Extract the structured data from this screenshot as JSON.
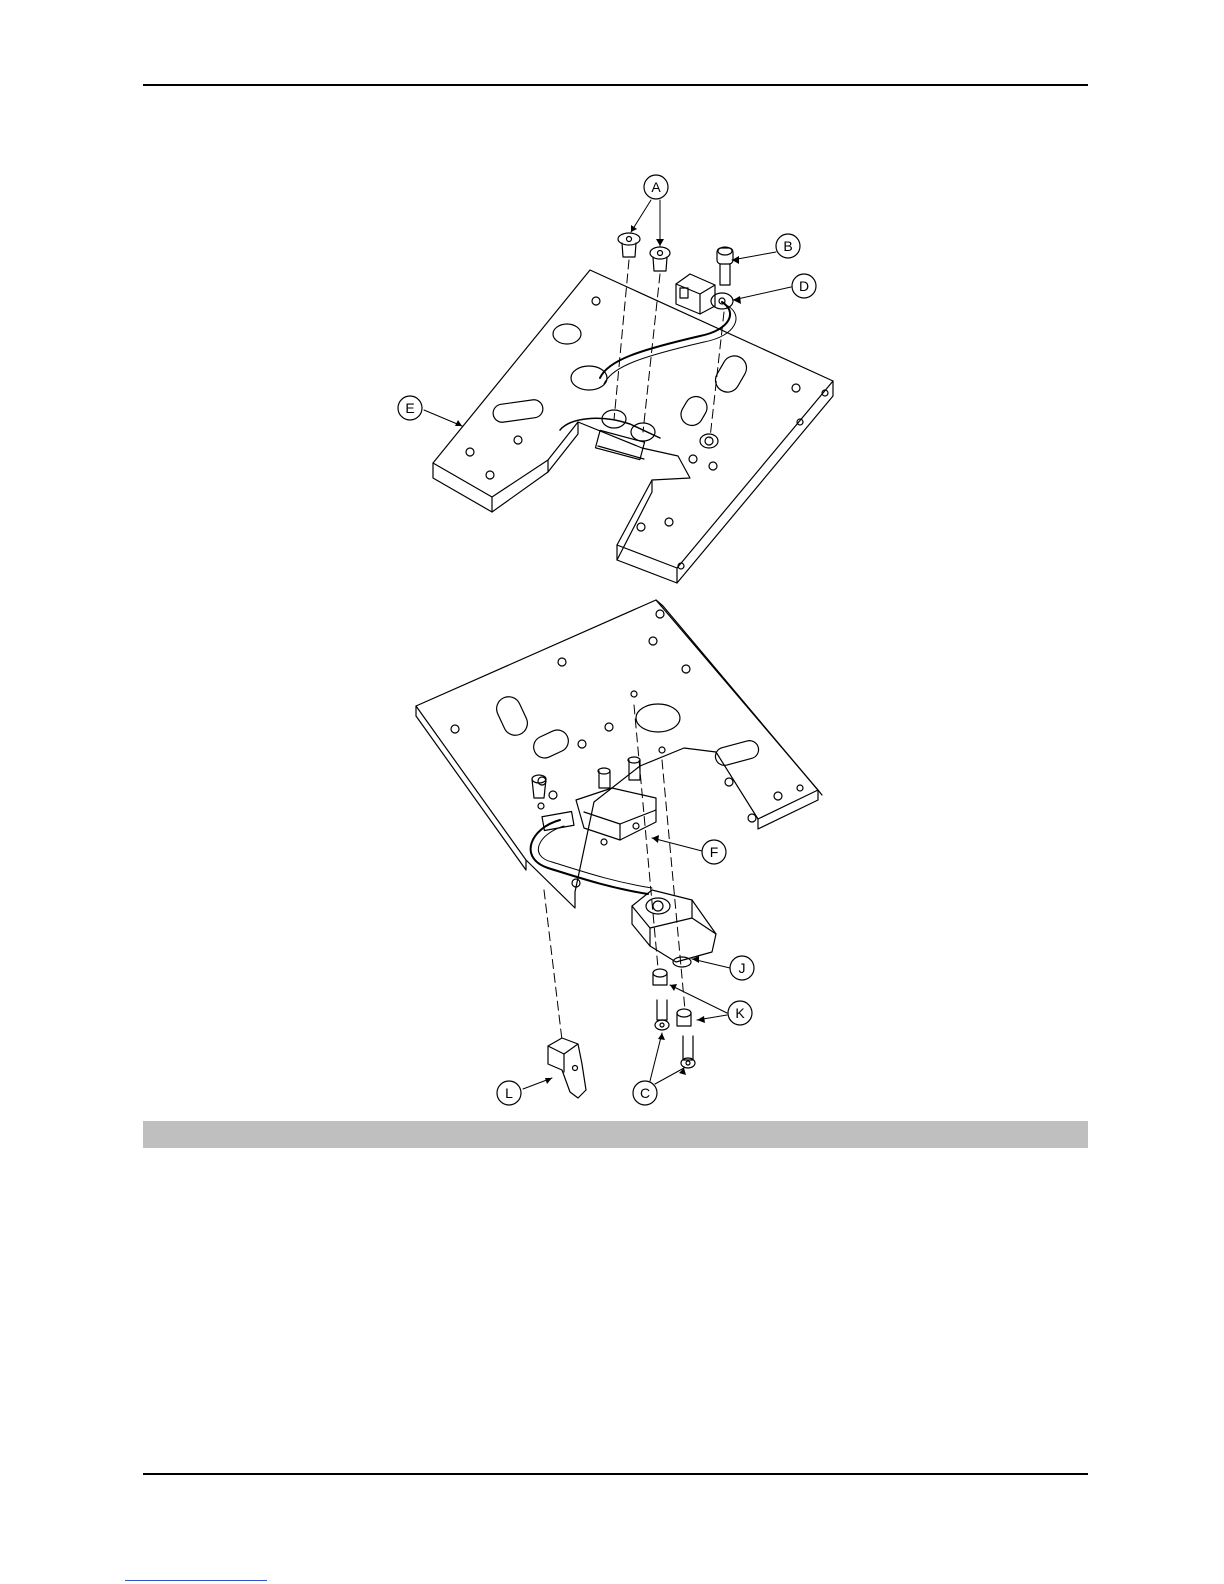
{
  "callouts": {
    "A": "A",
    "B": "B",
    "C": "C",
    "D": "D",
    "E": "E",
    "F": "F",
    "J": "J",
    "K": "K",
    "L": "L"
  },
  "colors": {
    "line": "#000000",
    "bar": "#bfbfbf",
    "link": "#3355cc"
  }
}
